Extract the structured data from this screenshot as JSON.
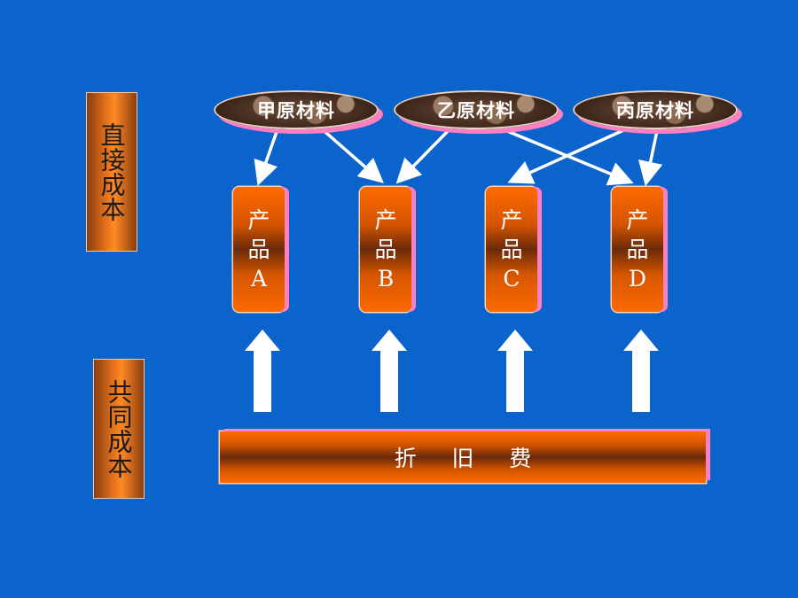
{
  "cost_labels": {
    "direct": "直接成本",
    "common": "共同成本"
  },
  "materials": {
    "a": "甲原材料",
    "b": "乙原材料",
    "c": "丙原材料"
  },
  "products": [
    {
      "line1": "产",
      "line2": "品",
      "letter": "A"
    },
    {
      "line1": "产",
      "line2": "品",
      "letter": "B"
    },
    {
      "line1": "产",
      "line2": "品",
      "letter": "C"
    },
    {
      "line1": "产",
      "line2": "品",
      "letter": "D"
    }
  ],
  "depreciation": "折     旧     费",
  "colors": {
    "background": "#0b63cc",
    "box_orange": "#ff6a00",
    "shadow_pink": "#ff7fc0",
    "arrow": "#ffffff"
  }
}
